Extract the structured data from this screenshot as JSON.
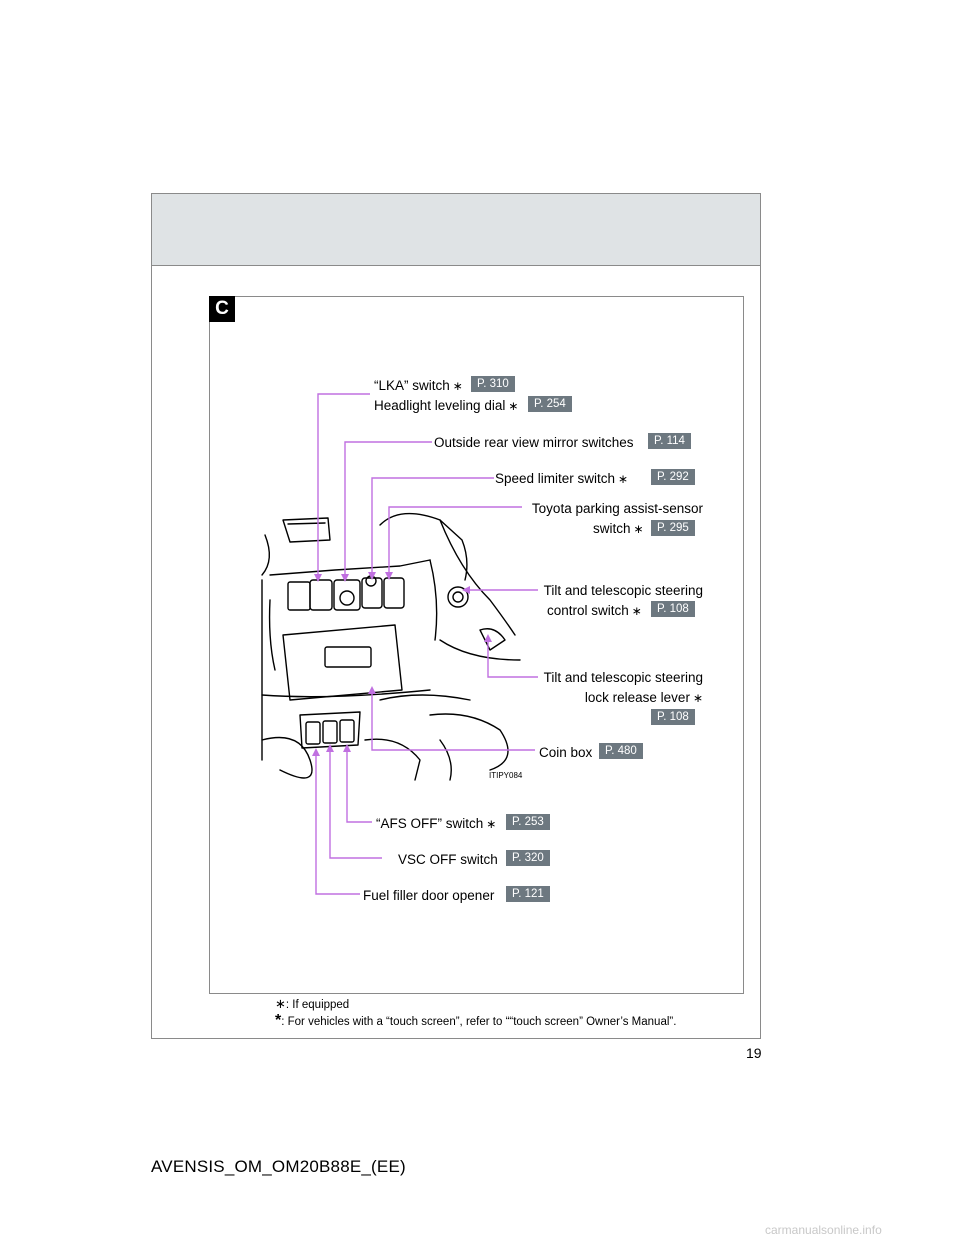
{
  "section": {
    "letter": "C"
  },
  "callouts": {
    "lka": {
      "label": "“LKA” switch",
      "star": "∗",
      "ref": "P. 310"
    },
    "headlight": {
      "label": "Headlight leveling dial",
      "star": "∗",
      "ref": "P. 254"
    },
    "mirror": {
      "label": "Outside rear view mirror switches",
      "ref": "P. 114"
    },
    "speed": {
      "label": "Speed limiter switch",
      "star": "∗",
      "ref": "P. 292"
    },
    "parking": {
      "line1": "Toyota parking assist-sensor",
      "line2": "switch",
      "star": "∗",
      "ref": "P. 295"
    },
    "tilt_switch": {
      "line1": "Tilt and telescopic steering",
      "line2": "control switch",
      "star": "∗",
      "ref": "P. 108"
    },
    "tilt_lever": {
      "line1": "Tilt and telescopic steering",
      "line2": "lock release lever",
      "star": "∗",
      "ref": "P. 108"
    },
    "coin": {
      "label": "Coin box",
      "ref": "P. 480"
    },
    "afs": {
      "label": "“AFS OFF” switch",
      "star": "∗",
      "ref": "P. 253"
    },
    "vsc": {
      "label": "VSC OFF switch",
      "ref": "P. 320"
    },
    "fuel": {
      "label": "Fuel filler door opener",
      "ref": "P. 121"
    }
  },
  "image_code": "ITIPY084",
  "footnotes": {
    "note1_mark": "∗",
    "note1": ": If equipped",
    "note2_mark": "*",
    "note2": ": For vehicles with a “touch screen”, refer to ““touch screen” Owner’s Manual”."
  },
  "page_number": "19",
  "doc_code": "AVENSIS_OM_OM20B88E_(EE)",
  "watermark": "carmanualsonline.info",
  "colors": {
    "leader": "#c070e0",
    "ref_badge": "#6d7880",
    "header_band": "#dfe3e5"
  }
}
